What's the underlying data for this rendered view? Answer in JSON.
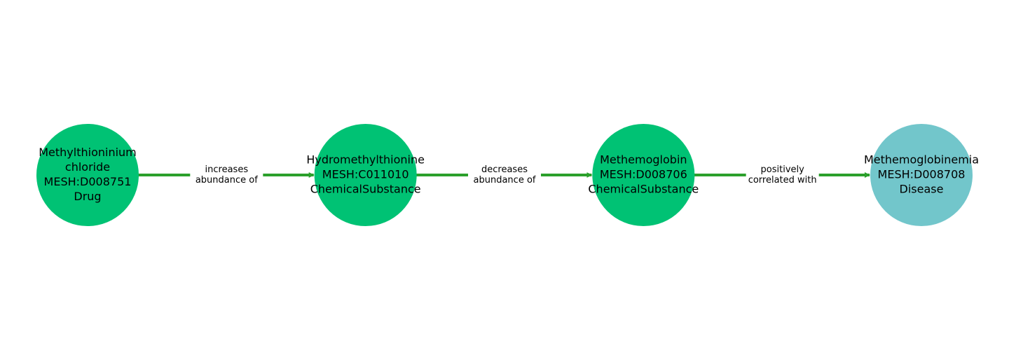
{
  "graph": {
    "edge_color": "#2ca02c",
    "label_background": "#ffffff",
    "nodes": [
      {
        "id": "n1",
        "lines": [
          "Methylthioninium",
          "chloride",
          "MESH:D008751",
          "Drug"
        ],
        "name": "Methylthioninium chloride",
        "curie": "MESH:D008751",
        "category": "Drug",
        "color": "#00c274"
      },
      {
        "id": "n2",
        "lines": [
          "Hydromethylthionine",
          "MESH:C011010",
          "ChemicalSubstance"
        ],
        "name": "Hydromethylthionine",
        "curie": "MESH:C011010",
        "category": "ChemicalSubstance",
        "color": "#00c274"
      },
      {
        "id": "n3",
        "lines": [
          "Methemoglobin",
          "MESH:D008706",
          "ChemicalSubstance"
        ],
        "name": "Methemoglobin",
        "curie": "MESH:D008706",
        "category": "ChemicalSubstance",
        "color": "#00c274"
      },
      {
        "id": "n4",
        "lines": [
          "Methemoglobinemia",
          "MESH:D008708",
          "Disease"
        ],
        "name": "Methemoglobinemia",
        "curie": "MESH:D008708",
        "category": "Disease",
        "color": "#72c6cb"
      }
    ],
    "edges": [
      {
        "source": "n1",
        "target": "n2",
        "lines": [
          "increases",
          "abundance of"
        ]
      },
      {
        "source": "n2",
        "target": "n3",
        "lines": [
          "decreases",
          "abundance of"
        ]
      },
      {
        "source": "n3",
        "target": "n4",
        "lines": [
          "positively",
          "correlated with"
        ]
      }
    ]
  }
}
